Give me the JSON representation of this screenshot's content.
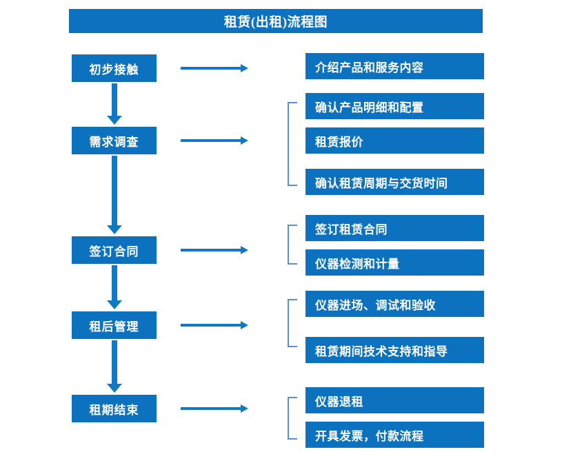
{
  "title": "租赁(出租)流程图",
  "colors": {
    "box_fill": "#0c72bf",
    "box_text": "#ffffff",
    "arrow": "#1079c6",
    "bracket": "#5b8fc9",
    "background": "#ffffff"
  },
  "stages": [
    {
      "label": "初步接触"
    },
    {
      "label": "需求调查"
    },
    {
      "label": "签订合同"
    },
    {
      "label": "租后管理"
    },
    {
      "label": "租期结束"
    }
  ],
  "details": [
    {
      "label": "介绍产品和服务内容"
    },
    {
      "label": "确认产品明细和配置"
    },
    {
      "label": "租赁报价"
    },
    {
      "label": "确认租赁周期与交货时间"
    },
    {
      "label": "签订租赁合同"
    },
    {
      "label": "仪器检测和计量"
    },
    {
      "label": "仪器进场、调试和验收"
    },
    {
      "label": "租赁期间技术支持和指导"
    },
    {
      "label": "仪器退租"
    },
    {
      "label": "开具发票，付款流程"
    }
  ],
  "chart_data": {
    "type": "diagram",
    "title": "租赁(出租)流程图",
    "diagram_kind": "flowchart",
    "orientation": "vertical-with-side-branches",
    "nodes": [
      {
        "id": "s1",
        "column": "left",
        "label": "初步接触"
      },
      {
        "id": "s2",
        "column": "left",
        "label": "需求调查"
      },
      {
        "id": "s3",
        "column": "left",
        "label": "签订合同"
      },
      {
        "id": "s4",
        "column": "left",
        "label": "租后管理"
      },
      {
        "id": "s5",
        "column": "left",
        "label": "租期结束"
      },
      {
        "id": "d1",
        "column": "right",
        "label": "介绍产品和服务内容"
      },
      {
        "id": "d2",
        "column": "right",
        "label": "确认产品明细和配置"
      },
      {
        "id": "d3",
        "column": "right",
        "label": "租赁报价"
      },
      {
        "id": "d4",
        "column": "right",
        "label": "确认租赁周期与交货时间"
      },
      {
        "id": "d5",
        "column": "right",
        "label": "签订租赁合同"
      },
      {
        "id": "d6",
        "column": "right",
        "label": "仪器检测和计量"
      },
      {
        "id": "d7",
        "column": "right",
        "label": "仪器进场、调试和验收"
      },
      {
        "id": "d8",
        "column": "right",
        "label": "租赁期间技术支持和指导"
      },
      {
        "id": "d9",
        "column": "right",
        "label": "仪器退租"
      },
      {
        "id": "d10",
        "column": "right",
        "label": "开具发票，付款流程"
      }
    ],
    "edges": [
      {
        "from": "s1",
        "to": "s2",
        "kind": "vertical-arrow"
      },
      {
        "from": "s2",
        "to": "s3",
        "kind": "vertical-arrow"
      },
      {
        "from": "s3",
        "to": "s4",
        "kind": "vertical-arrow"
      },
      {
        "from": "s4",
        "to": "s5",
        "kind": "vertical-arrow"
      },
      {
        "from": "s1",
        "to": "d1",
        "kind": "horizontal-arrow"
      },
      {
        "from": "s2",
        "to": "d2",
        "kind": "horizontal-arrow"
      },
      {
        "from": "s3",
        "to": "d5",
        "kind": "horizontal-arrow"
      },
      {
        "from": "s4",
        "to": "d7",
        "kind": "horizontal-arrow"
      },
      {
        "from": "s5",
        "to": "d9",
        "kind": "horizontal-arrow"
      }
    ],
    "groups": [
      {
        "bracket": 1,
        "members": [
          "d2",
          "d3",
          "d4"
        ]
      },
      {
        "bracket": 2,
        "members": [
          "d5",
          "d6"
        ]
      },
      {
        "bracket": 3,
        "members": [
          "d7",
          "d8"
        ]
      },
      {
        "bracket": 4,
        "members": [
          "d9",
          "d10"
        ]
      }
    ]
  }
}
